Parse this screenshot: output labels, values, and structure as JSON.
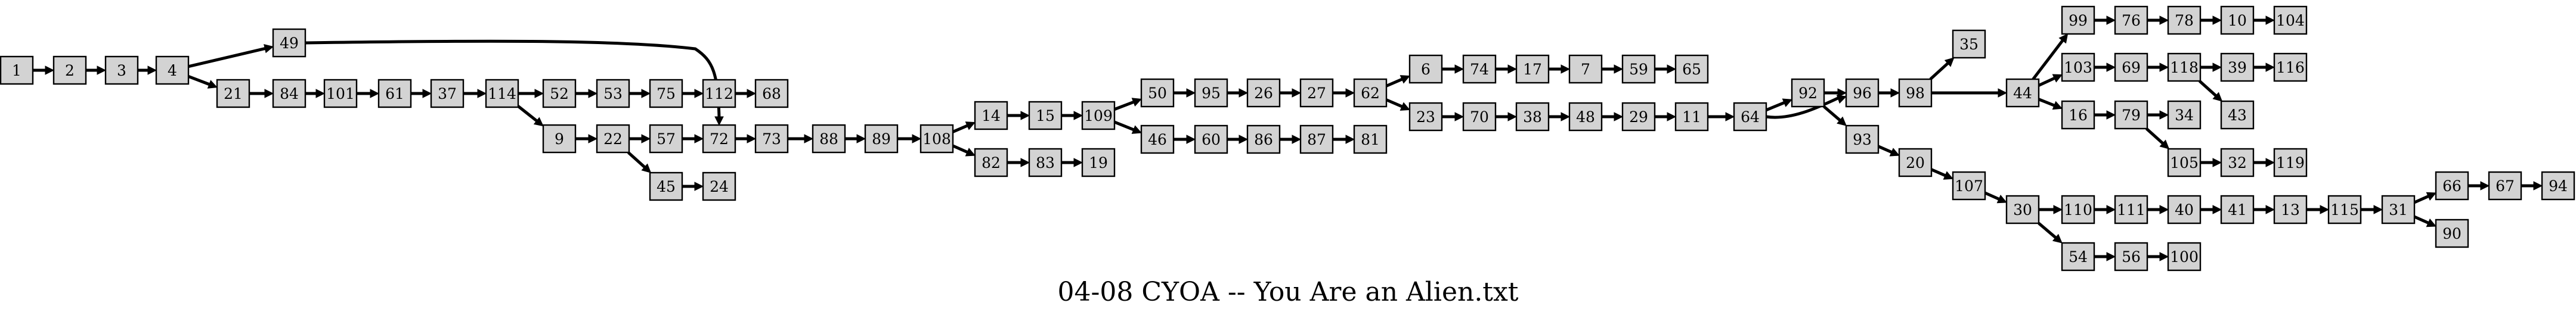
{
  "title": "04-08 CYOA -- You Are an Alien.txt",
  "colors": {
    "node_fill": "#d3d3d3",
    "stroke": "#000000",
    "background": "#ffffff"
  },
  "nodes": [
    "1",
    "2",
    "3",
    "4",
    "49",
    "21",
    "84",
    "101",
    "61",
    "37",
    "114",
    "52",
    "53",
    "75",
    "112",
    "68",
    "9",
    "22",
    "57",
    "72",
    "45",
    "24",
    "73",
    "88",
    "89",
    "108",
    "14",
    "15",
    "109",
    "50",
    "95",
    "26",
    "27",
    "62",
    "6",
    "74",
    "17",
    "7",
    "59",
    "65",
    "23",
    "70",
    "38",
    "48",
    "29",
    "11",
    "64",
    "92",
    "96",
    "98",
    "35",
    "44",
    "99",
    "76",
    "78",
    "10",
    "104",
    "103",
    "69",
    "118",
    "39",
    "116",
    "43",
    "16",
    "79",
    "34",
    "105",
    "32",
    "119",
    "93",
    "20",
    "107",
    "30",
    "110",
    "111",
    "40",
    "41",
    "13",
    "115",
    "31",
    "66",
    "67",
    "94",
    "90",
    "54",
    "56",
    "100",
    "46",
    "60",
    "86",
    "87",
    "81",
    "82",
    "83",
    "19"
  ],
  "edges": [
    [
      "1",
      "2"
    ],
    [
      "2",
      "3"
    ],
    [
      "3",
      "4"
    ],
    [
      "4",
      "49"
    ],
    [
      "4",
      "21"
    ],
    [
      "49",
      "72"
    ],
    [
      "21",
      "84"
    ],
    [
      "84",
      "101"
    ],
    [
      "101",
      "61"
    ],
    [
      "61",
      "37"
    ],
    [
      "37",
      "114"
    ],
    [
      "114",
      "52"
    ],
    [
      "114",
      "9"
    ],
    [
      "52",
      "53"
    ],
    [
      "53",
      "75"
    ],
    [
      "75",
      "112"
    ],
    [
      "112",
      "68"
    ],
    [
      "9",
      "22"
    ],
    [
      "22",
      "57"
    ],
    [
      "22",
      "45"
    ],
    [
      "57",
      "72"
    ],
    [
      "45",
      "24"
    ],
    [
      "72",
      "73"
    ],
    [
      "73",
      "88"
    ],
    [
      "88",
      "89"
    ],
    [
      "89",
      "108"
    ],
    [
      "108",
      "14"
    ],
    [
      "108",
      "82"
    ],
    [
      "14",
      "15"
    ],
    [
      "15",
      "109"
    ],
    [
      "109",
      "50"
    ],
    [
      "109",
      "46"
    ],
    [
      "50",
      "95"
    ],
    [
      "95",
      "26"
    ],
    [
      "26",
      "27"
    ],
    [
      "27",
      "62"
    ],
    [
      "62",
      "6"
    ],
    [
      "62",
      "23"
    ],
    [
      "6",
      "74"
    ],
    [
      "74",
      "17"
    ],
    [
      "17",
      "7"
    ],
    [
      "7",
      "59"
    ],
    [
      "59",
      "65"
    ],
    [
      "23",
      "70"
    ],
    [
      "70",
      "38"
    ],
    [
      "38",
      "48"
    ],
    [
      "48",
      "29"
    ],
    [
      "29",
      "11"
    ],
    [
      "11",
      "64"
    ],
    [
      "64",
      "92"
    ],
    [
      "64",
      "96"
    ],
    [
      "92",
      "96"
    ],
    [
      "92",
      "93"
    ],
    [
      "96",
      "98"
    ],
    [
      "98",
      "35"
    ],
    [
      "98",
      "44"
    ],
    [
      "44",
      "99"
    ],
    [
      "44",
      "103"
    ],
    [
      "44",
      "16"
    ],
    [
      "99",
      "76"
    ],
    [
      "76",
      "78"
    ],
    [
      "78",
      "10"
    ],
    [
      "10",
      "104"
    ],
    [
      "103",
      "69"
    ],
    [
      "69",
      "118"
    ],
    [
      "118",
      "39"
    ],
    [
      "118",
      "43"
    ],
    [
      "39",
      "116"
    ],
    [
      "16",
      "79"
    ],
    [
      "79",
      "34"
    ],
    [
      "79",
      "105"
    ],
    [
      "105",
      "32"
    ],
    [
      "32",
      "119"
    ],
    [
      "93",
      "20"
    ],
    [
      "20",
      "107"
    ],
    [
      "107",
      "30"
    ],
    [
      "30",
      "110"
    ],
    [
      "30",
      "54"
    ],
    [
      "110",
      "111"
    ],
    [
      "111",
      "40"
    ],
    [
      "40",
      "41"
    ],
    [
      "41",
      "13"
    ],
    [
      "13",
      "115"
    ],
    [
      "115",
      "31"
    ],
    [
      "31",
      "66"
    ],
    [
      "31",
      "90"
    ],
    [
      "66",
      "67"
    ],
    [
      "67",
      "94"
    ],
    [
      "54",
      "56"
    ],
    [
      "56",
      "100"
    ],
    [
      "46",
      "60"
    ],
    [
      "60",
      "86"
    ],
    [
      "86",
      "87"
    ],
    [
      "87",
      "81"
    ],
    [
      "82",
      "83"
    ],
    [
      "83",
      "19"
    ]
  ]
}
